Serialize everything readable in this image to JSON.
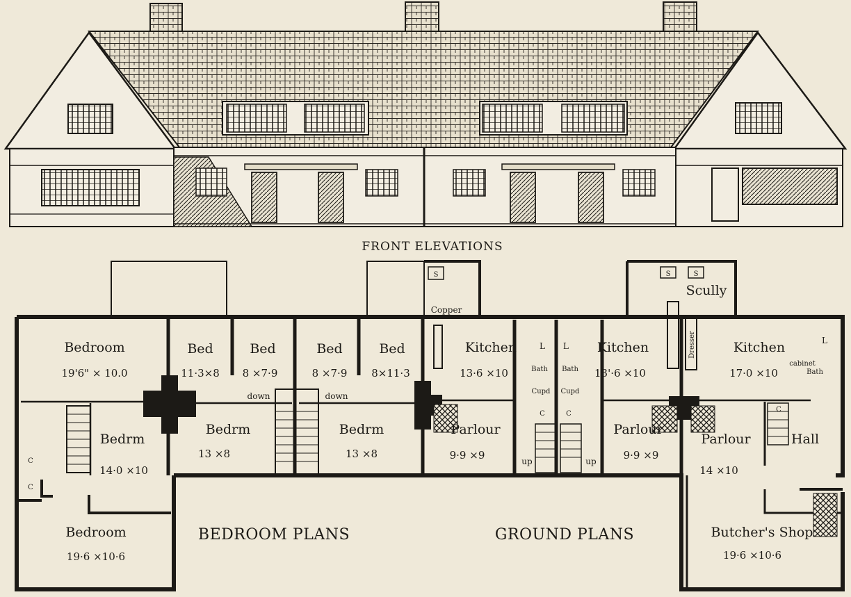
{
  "captions": {
    "elevation": "FRONT ELEVATIONS",
    "bedroom_plans": "BEDROOM PLANS",
    "ground_plans": "GROUND PLANS"
  },
  "rooms": {
    "bedroom_left_top": {
      "name": "Bedroom",
      "dims": "19'6\" × 10.0"
    },
    "bed_1": {
      "name": "Bed",
      "dims": "11·3×8"
    },
    "bed_2": {
      "name": "Bed",
      "dims": "8 ×7·9"
    },
    "bed_3": {
      "name": "Bed",
      "dims": "8 ×7·9"
    },
    "bed_4": {
      "name": "Bed",
      "dims": "8×11·3"
    },
    "bedrm_left": {
      "name": "Bedrm",
      "dims": "14·0 ×10"
    },
    "bedrm_mid_1": {
      "name": "Bedrm",
      "dims": "13 ×8"
    },
    "bedrm_mid_2": {
      "name": "Bedrm",
      "dims": "13 ×8"
    },
    "bedroom_left_bottom": {
      "name": "Bedroom",
      "dims": "19·6 ×10·6"
    },
    "kitchen_1": {
      "name": "Kitchen",
      "dims": "13·6 ×10"
    },
    "kitchen_2": {
      "name": "Kitchen",
      "dims": "13'·6 ×10"
    },
    "kitchen_3": {
      "name": "Kitchen",
      "dims": "17·0 ×10"
    },
    "parlour_1": {
      "name": "Parlour",
      "dims": "9·9 ×9"
    },
    "parlour_2": {
      "name": "Parlour",
      "dims": "9·9 ×9"
    },
    "parlour_3": {
      "name": "Parlour",
      "dims": "14 ×10"
    },
    "hall": {
      "name": "Hall"
    },
    "butchers_shop": {
      "name": "Butcher's Shop",
      "dims": "19·6 ×10·6"
    },
    "scully": {
      "name": "Scully"
    }
  },
  "small_labels": {
    "copper": "Copper",
    "bath_1": "Bath",
    "bath_2": "Bath",
    "cupd_1": "Cupd",
    "cupd_2": "Cupd",
    "dresser": "Dresser",
    "cabinet_bath": [
      "cabinet",
      "Bath"
    ],
    "down_1": "down",
    "down_2": "down",
    "up_1": "up",
    "up_2": "up",
    "l": "L",
    "c": "C",
    "s": "S"
  }
}
